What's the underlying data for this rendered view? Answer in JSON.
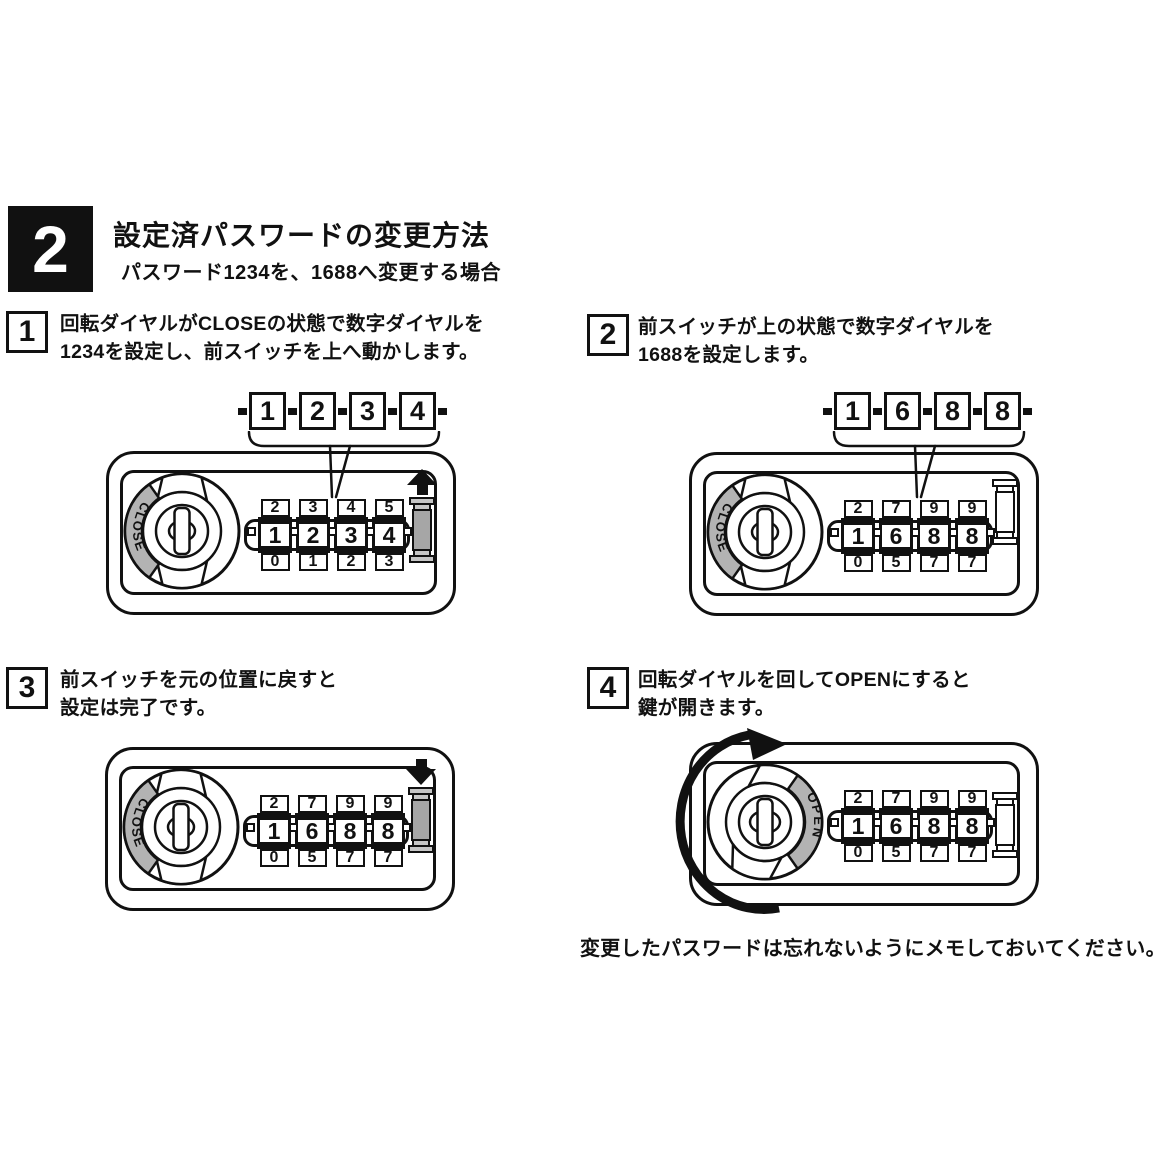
{
  "header": {
    "section_number": "2",
    "title": "設定済パスワードの変更方法",
    "subtitle": "パスワード1234を、1688へ変更する場合"
  },
  "steps": [
    {
      "number": "1",
      "lines": [
        "回転ダイヤルがCLOSEの状態で数字ダイヤルを",
        "1234を設定し、前スイッチを上へ動かします。"
      ]
    },
    {
      "number": "2",
      "lines": [
        "前スイッチが上の状態で数字ダイヤルを",
        "1688を設定します。"
      ]
    },
    {
      "number": "3",
      "lines": [
        "前スイッチを元の位置に戻すと",
        "設定は完了です。"
      ]
    },
    {
      "number": "4",
      "lines": [
        "回転ダイヤルを回してOPENにすると",
        "鍵が開きます。"
      ]
    }
  ],
  "callouts": [
    {
      "digits": [
        "1",
        "2",
        "3",
        "4"
      ]
    },
    {
      "digits": [
        "1",
        "6",
        "8",
        "8"
      ]
    }
  ],
  "locks": [
    {
      "rotary_label": "CLOSE",
      "switch_state": "moving-up",
      "dial_columns": [
        [
          "2",
          "1",
          "0"
        ],
        [
          "3",
          "2",
          "1"
        ],
        [
          "4",
          "3",
          "2"
        ],
        [
          "5",
          "4",
          "3"
        ]
      ]
    },
    {
      "rotary_label": "CLOSE",
      "switch_state": "up",
      "dial_columns": [
        [
          "2",
          "1",
          "0"
        ],
        [
          "7",
          "6",
          "5"
        ],
        [
          "9",
          "8",
          "7"
        ],
        [
          "9",
          "8",
          "7"
        ]
      ]
    },
    {
      "rotary_label": "CLOSE",
      "switch_state": "moving-down",
      "dial_columns": [
        [
          "2",
          "1",
          "0"
        ],
        [
          "7",
          "6",
          "5"
        ],
        [
          "9",
          "8",
          "7"
        ],
        [
          "9",
          "8",
          "7"
        ]
      ]
    },
    {
      "rotary_label": "OPEN",
      "switch_state": "down",
      "rotation": "clockwise",
      "dial_columns": [
        [
          "2",
          "1",
          "0"
        ],
        [
          "7",
          "6",
          "5"
        ],
        [
          "9",
          "8",
          "7"
        ],
        [
          "9",
          "8",
          "7"
        ]
      ]
    }
  ],
  "footer_note": "変更したパスワードは忘れないようにメモしておいてください。",
  "colors": {
    "ink": "#111111",
    "gray_fill": "#b3b3b3",
    "switch_gray": "#a6a6a6"
  }
}
